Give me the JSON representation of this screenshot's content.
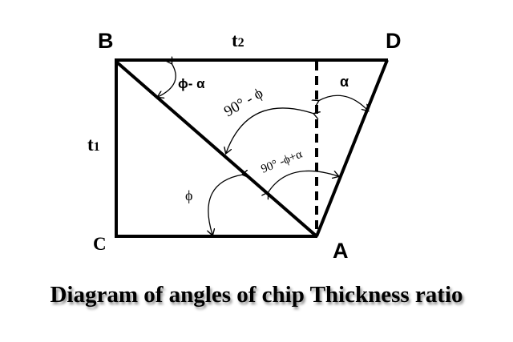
{
  "diagram": {
    "points": {
      "B": "B",
      "D": "D",
      "C": "C",
      "A": "A"
    },
    "lengths": {
      "t1": "t",
      "t1_sub": "1",
      "t2": "t",
      "t2_sub": "2"
    },
    "angles": {
      "phi_minus_alpha": "ϕ- α",
      "alpha": "α",
      "ninety_minus_phi": "90° - ϕ",
      "ninety_minus_phi_plus_alpha": "90° -ϕ+α",
      "phi": "ϕ"
    },
    "caption": "Diagram of angles of chip Thickness ratio"
  }
}
